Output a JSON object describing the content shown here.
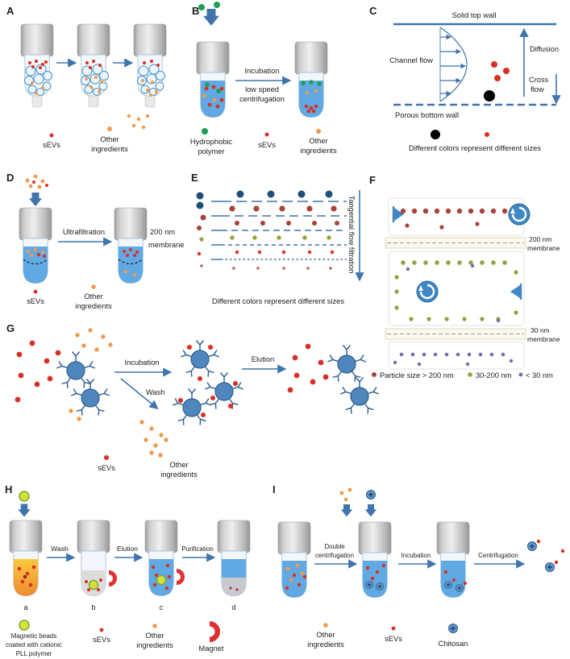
{
  "figure_title": "sEV isolation methods schematic",
  "panels": {
    "a": {
      "label": "A",
      "legend": {
        "sevs": "sEVs",
        "other1": "Other",
        "other2": "ingredients"
      }
    },
    "b": {
      "label": "B",
      "incubation": "Incubation",
      "low_speed1": "low speed",
      "low_speed2": "centrifugation",
      "legend": {
        "polymer1": "Hydrophobic",
        "polymer2": "polymer",
        "sevs": "sEVs",
        "other1": "Other",
        "other2": "ingredients"
      }
    },
    "c": {
      "label": "C",
      "top_wall": "Solid top wall",
      "channel_flow": "Channel flow",
      "diffusion": "Diffusion",
      "cross1": "Cross",
      "cross2": "flow",
      "bottom_wall": "Porous bottom wall",
      "caption": "Different colors represent different sizes"
    },
    "d": {
      "label": "D",
      "ultrafiltration": "Ultrafiltration",
      "membrane1": "200 nm",
      "membrane2": "membrane",
      "legend": {
        "sevs": "sEVs",
        "other1": "Other",
        "other2": "ingredients"
      }
    },
    "e": {
      "label": "E",
      "side_label": "Tangential flow filtration",
      "caption": "Different colors represent different sizes"
    },
    "f": {
      "label": "F",
      "m200_1": "200 nm",
      "m200_2": "membrane",
      "m30_1": "30 nm",
      "m30_2": "membrane",
      "cap1": "Particle size > 200 nm",
      "cap2": "30-200 nm",
      "cap3": "< 30 nm"
    },
    "g": {
      "label": "G",
      "incubation": "Incubation",
      "wash": "Wash",
      "elution": "Elution",
      "legend": {
        "sevs": "sEVs",
        "other1": "Other",
        "other2": "ingredients"
      }
    },
    "h": {
      "label": "H",
      "wash": "Wash",
      "elution": "Elution",
      "purification": "Purification",
      "tubes": [
        "a",
        "b",
        "c",
        "d"
      ],
      "legend": {
        "beads1": "Magnetic beads",
        "beads2": "coated with cationic",
        "beads3": "PLL polymer",
        "sevs": "sEVs",
        "other1": "Other",
        "other2": "ingredients",
        "magnet": "Magnet"
      }
    },
    "i": {
      "label": "I",
      "step1a": "Double",
      "step1b": "centrifugation",
      "step2": "Incubation",
      "step3": "Centrifugation",
      "legend": {
        "other1": "Other",
        "other2": "ingredients",
        "sevs": "sEVs",
        "chitosan": "Chitosan"
      }
    }
  },
  "colors": {
    "accent_blue": "#3f74ad",
    "sev_red": "#d93025",
    "ingredient_orange": "#f09a4f",
    "polymer_green": "#1e9e50",
    "bead_blue": "#4e86bd",
    "chitosan_blue": "#6495c8",
    "magnet_red": "#e03131",
    "magnetic_bead_yellow": "#d7df3a",
    "navy": "#1f4e79",
    "brown": "#a8433a",
    "olive": "#96a438",
    "purple": "#7b68ae"
  }
}
